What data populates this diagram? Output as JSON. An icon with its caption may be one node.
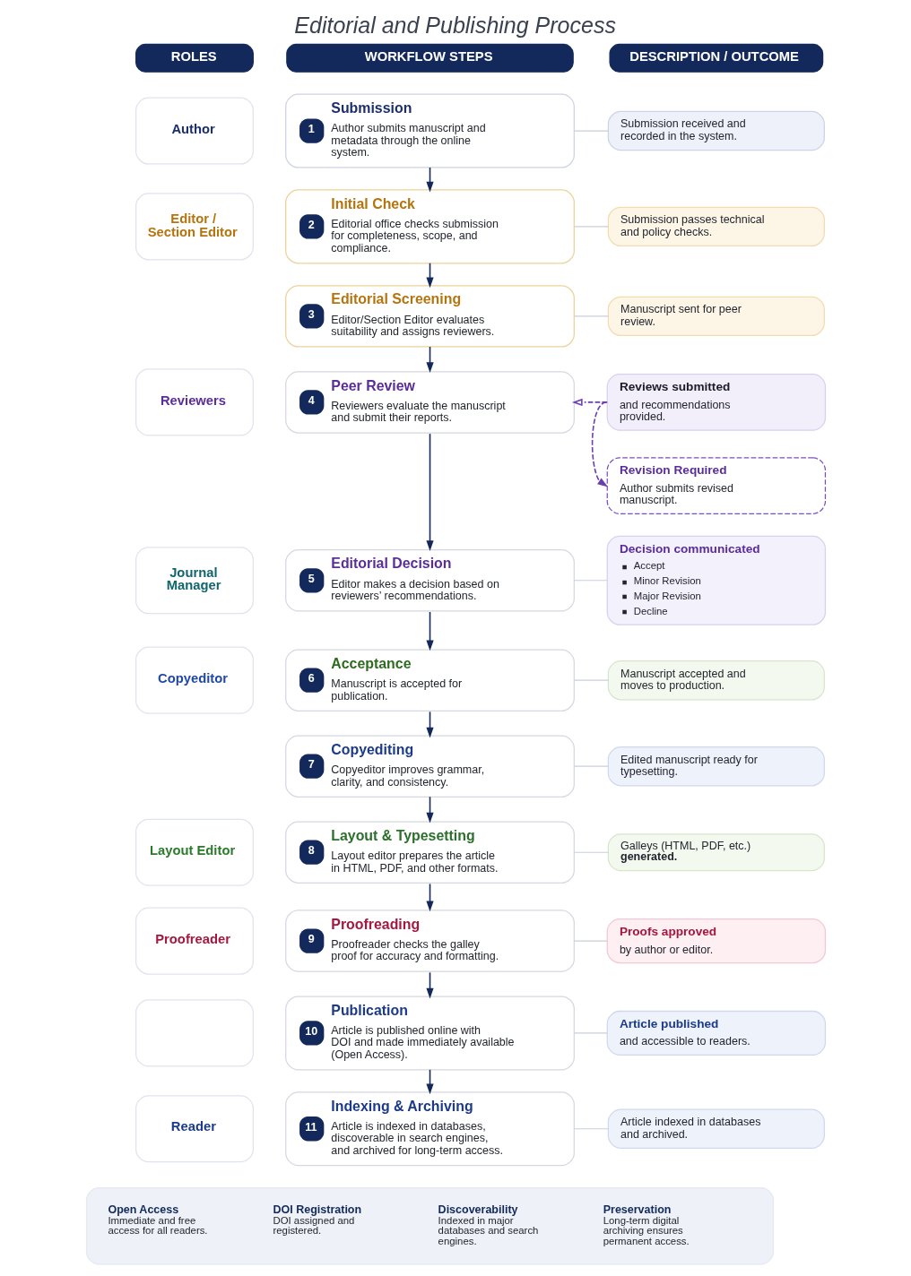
{
  "diagram": {
    "title": "Editorial and Publishing Process",
    "nodes": [
      {
        "text": [
          "ROLES"
        ]
      },
      {
        "text": [
          "WORKFLOW STEPS"
        ]
      },
      {
        "text": [
          "DESCRIPTION / OUTCOME"
        ]
      },
      {
        "text": [
          "Author"
        ]
      },
      {
        "text": [
          "1",
          "Submission",
          "Author submits manuscript and metadata through the online system."
        ]
      },
      {
        "text": [
          "Submission received and recorded in the system."
        ]
      },
      {
        "text": [
          "Editor / Section Editor"
        ]
      },
      {
        "text": [
          "2",
          "Initial Check",
          "Editorial office checks submission for completeness, scope, and compliance."
        ]
      },
      {
        "text": [
          "Submission passes technical and policy checks."
        ]
      },
      {
        "text": [
          "3",
          "Editorial Screening",
          "Editor/Section Editor evaluates suitability and assigns reviewers."
        ]
      },
      {
        "text": [
          "Manuscript sent for peer review."
        ]
      },
      {
        "text": [
          "Reviewers"
        ]
      },
      {
        "text": [
          "4",
          "Peer Review",
          "Reviewers evaluate the manuscript and submit their reports."
        ]
      },
      {
        "text": [
          "Reviews submitted",
          "and recommendations provided."
        ]
      },
      {
        "text": [
          "Revision Required",
          "Author submits revised manuscript."
        ]
      },
      {
        "text": [
          "Journal Manager"
        ]
      },
      {
        "text": [
          "5",
          "Editorial Decision",
          "Editor makes a decision based on reviewers’ recommendations."
        ]
      },
      {
        "text": [
          "Decision communicated",
          "Accept",
          "Minor Revision",
          "Major Revision",
          "Decline"
        ]
      },
      {
        "text": [
          "Copyeditor"
        ]
      },
      {
        "text": [
          "6",
          "Acceptance",
          "Manuscript is accepted for publication."
        ]
      },
      {
        "text": [
          "Manuscript accepted and moves to production."
        ]
      },
      {
        "text": [
          "7",
          "Copyediting",
          "Copyeditor improves grammar, clarity, and consistency."
        ]
      },
      {
        "text": [
          "Edited manuscript ready for typesetting."
        ]
      },
      {
        "text": [
          "Layout Editor"
        ]
      },
      {
        "text": [
          "8",
          "Layout & Typesetting",
          "Layout editor prepares the article in HTML, PDF, and other formats."
        ]
      },
      {
        "text": [
          "Galleys (HTML, PDF, etc.) **generated.**"
        ]
      },
      {
        "text": [
          "Proofreader"
        ]
      },
      {
        "text": [
          "9",
          "Proofreading",
          "Proofreader checks the galley proof for accuracy and formatting."
        ]
      },
      {
        "text": [
          "Proofs approved",
          "by author or editor."
        ]
      },
      {
        "text": [],
        "shape": "box"
      },
      {
        "text": [
          "10",
          "Publication",
          "Article is published online with DOI and made immediately available (Open Access)."
        ]
      },
      {
        "text": [
          "Article published",
          "and accessible to readers."
        ]
      },
      {
        "text": [
          "Reader"
        ]
      },
      {
        "text": [
          "11",
          "Indexing & Archiving",
          "Article is indexed in databases, discoverable in search engines, and archived for long-term access."
        ]
      },
      {
        "text": [
          "Article indexed in databases and archived."
        ]
      },
      {
        "text": [
          "Open Access",
          "Immediate and free access for all readers.",
          "DOI Registration",
          "DOI assigned and registered.",
          "Discoverability",
          "Indexed in major databases and search engines.",
          "Preservation",
          "Long-term digital archiving ensures permanent access."
        ]
      }
    ],
    "edges": [
      {
        "from": 4,
        "to": 7,
        "arrow": "to"
      },
      {
        "from": 7,
        "to": 9,
        "arrow": "to"
      },
      {
        "from": 9,
        "to": 12,
        "arrow": "to"
      },
      {
        "from": 12,
        "to": 16,
        "arrow": "to"
      },
      {
        "from": 16,
        "to": 19,
        "arrow": "to"
      },
      {
        "from": 19,
        "to": 21,
        "arrow": "to"
      },
      {
        "from": 21,
        "to": 24,
        "arrow": "to"
      },
      {
        "from": 24,
        "to": 27,
        "arrow": "to"
      },
      {
        "from": 27,
        "to": 30,
        "arrow": "to"
      },
      {
        "from": 30,
        "to": 33,
        "arrow": "to"
      },
      {
        "from": 4,
        "to": 5,
        "arrow": "none",
        "color": "#c9ceda"
      },
      {
        "from": 7,
        "to": 8,
        "arrow": "none",
        "color": "#c9ceda"
      },
      {
        "from": 9,
        "to": 10,
        "arrow": "none",
        "color": "#c9ceda"
      },
      {
        "from": 13,
        "to": 12,
        "arrow": "to",
        "style": "dashed",
        "color": "#6a3fb0"
      },
      {
        "from": 13,
        "to": 14,
        "arrow": "to",
        "style": "dashed",
        "color": "#6a3fb0"
      },
      {
        "from": 16,
        "to": 17,
        "arrow": "none",
        "color": "#c9ceda"
      },
      {
        "from": 19,
        "to": 20,
        "arrow": "none",
        "color": "#c9ceda"
      },
      {
        "from": 21,
        "to": 22,
        "arrow": "none",
        "color": "#c9ceda"
      },
      {
        "from": 24,
        "to": 25,
        "arrow": "none",
        "color": "#c9ceda"
      },
      {
        "from": 27,
        "to": 28,
        "arrow": "none",
        "color": "#c9ceda"
      },
      {
        "from": 30,
        "to": 31,
        "arrow": "none",
        "color": "#c9ceda"
      },
      {
        "from": 33,
        "to": 34,
        "arrow": "none",
        "color": "#c9ceda"
      }
    ]
  }
}
